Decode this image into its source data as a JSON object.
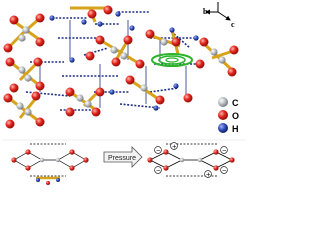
{
  "axes": {
    "b": "b",
    "c": "c"
  },
  "legend": [
    {
      "symbol": "C",
      "color": "#9aa0a6"
    },
    {
      "symbol": "O",
      "color": "#e0231b"
    },
    {
      "symbol": "H",
      "color": "#1f3a8f"
    }
  ],
  "scheme": {
    "arrow_label": "Pressure"
  },
  "colors": {
    "carbon": "#9aa0a6",
    "oxygen": "#e0231b",
    "hydrogen": "#1f3a8f",
    "bond": "#d7a31a",
    "hbond": "#1d2f86",
    "water_oxygen": "#e0231b",
    "ring_green": "#2bb52b"
  }
}
